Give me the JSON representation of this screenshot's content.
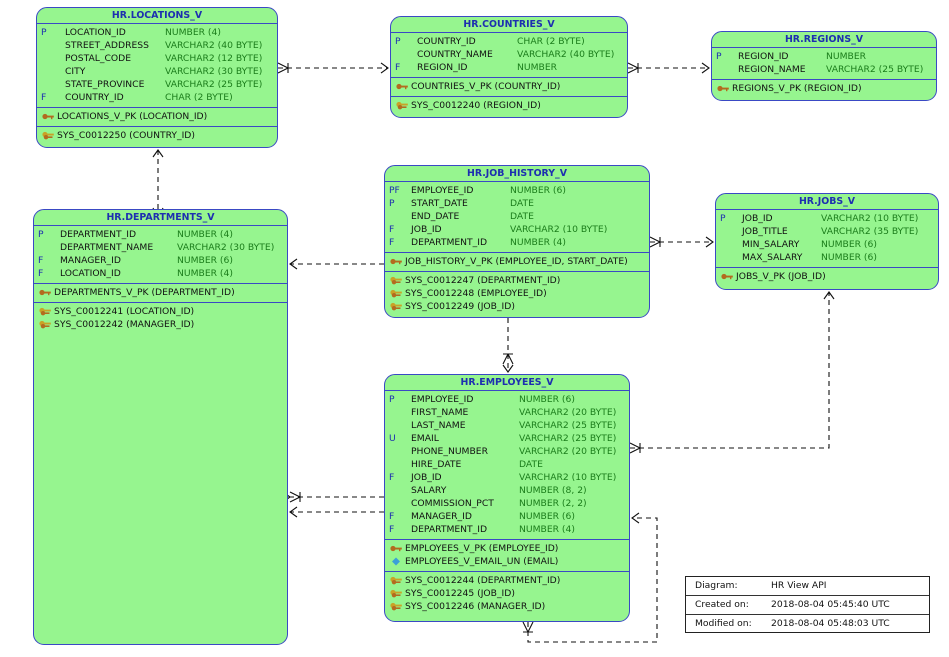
{
  "entities": [
    {
      "id": "locations",
      "title": "HR.LOCATIONS_V",
      "columns": [
        {
          "flag": "P",
          "name": "LOCATION_ID",
          "type": "NUMBER (4)"
        },
        {
          "flag": "",
          "name": "STREET_ADDRESS",
          "type": "VARCHAR2 (40 BYTE)"
        },
        {
          "flag": "",
          "name": "POSTAL_CODE",
          "type": "VARCHAR2 (12 BYTE)"
        },
        {
          "flag": "",
          "name": "CITY",
          "type": "VARCHAR2 (30 BYTE)"
        },
        {
          "flag": "",
          "name": "STATE_PROVINCE",
          "type": "VARCHAR2 (25 BYTE)"
        },
        {
          "flag": "F",
          "name": "COUNTRY_ID",
          "type": "CHAR (2 BYTE)"
        }
      ],
      "pks": [
        "LOCATIONS_V_PK (LOCATION_ID)"
      ],
      "uks": [],
      "fks": [
        "SYS_C0012250 (COUNTRY_ID)"
      ]
    },
    {
      "id": "countries",
      "title": "HR.COUNTRIES_V",
      "columns": [
        {
          "flag": "P",
          "name": "COUNTRY_ID",
          "type": "CHAR (2 BYTE)"
        },
        {
          "flag": "",
          "name": "COUNTRY_NAME",
          "type": "VARCHAR2 (40 BYTE)"
        },
        {
          "flag": "F",
          "name": "REGION_ID",
          "type": "NUMBER"
        }
      ],
      "pks": [
        "COUNTRIES_V_PK (COUNTRY_ID)"
      ],
      "uks": [],
      "fks": [
        "SYS_C0012240 (REGION_ID)"
      ]
    },
    {
      "id": "regions",
      "title": "HR.REGIONS_V",
      "columns": [
        {
          "flag": "P",
          "name": "REGION_ID",
          "type": "NUMBER"
        },
        {
          "flag": "",
          "name": "REGION_NAME",
          "type": "VARCHAR2 (25 BYTE)"
        }
      ],
      "pks": [
        "REGIONS_V_PK (REGION_ID)"
      ],
      "uks": [],
      "fks": []
    },
    {
      "id": "departments",
      "title": "HR.DEPARTMENTS_V",
      "columns": [
        {
          "flag": "P",
          "name": "DEPARTMENT_ID",
          "type": "NUMBER (4)"
        },
        {
          "flag": "",
          "name": "DEPARTMENT_NAME",
          "type": "VARCHAR2 (30 BYTE)"
        },
        {
          "flag": "F",
          "name": "MANAGER_ID",
          "type": "NUMBER (6)"
        },
        {
          "flag": "F",
          "name": "LOCATION_ID",
          "type": "NUMBER (4)"
        }
      ],
      "pks": [
        "DEPARTMENTS_V_PK (DEPARTMENT_ID)"
      ],
      "uks": [],
      "fks": [
        "SYS_C0012241 (LOCATION_ID)",
        "SYS_C0012242 (MANAGER_ID)"
      ]
    },
    {
      "id": "job_history",
      "title": "HR.JOB_HISTORY_V",
      "columns": [
        {
          "flag": "PF",
          "name": "EMPLOYEE_ID",
          "type": "NUMBER (6)"
        },
        {
          "flag": "P",
          "name": "START_DATE",
          "type": "DATE"
        },
        {
          "flag": "",
          "name": "END_DATE",
          "type": "DATE"
        },
        {
          "flag": "F",
          "name": "JOB_ID",
          "type": "VARCHAR2 (10 BYTE)"
        },
        {
          "flag": "F",
          "name": "DEPARTMENT_ID",
          "type": "NUMBER (4)"
        }
      ],
      "pks": [
        "JOB_HISTORY_V_PK (EMPLOYEE_ID, START_DATE)"
      ],
      "uks": [],
      "fks": [
        "SYS_C0012247 (DEPARTMENT_ID)",
        "SYS_C0012248 (EMPLOYEE_ID)",
        "SYS_C0012249 (JOB_ID)"
      ]
    },
    {
      "id": "jobs",
      "title": "HR.JOBS_V",
      "columns": [
        {
          "flag": "P",
          "name": "JOB_ID",
          "type": "VARCHAR2 (10 BYTE)"
        },
        {
          "flag": "",
          "name": "JOB_TITLE",
          "type": "VARCHAR2 (35 BYTE)"
        },
        {
          "flag": "",
          "name": "MIN_SALARY",
          "type": "NUMBER (6)"
        },
        {
          "flag": "",
          "name": "MAX_SALARY",
          "type": "NUMBER (6)"
        }
      ],
      "pks": [
        "JOBS_V_PK (JOB_ID)"
      ],
      "uks": [],
      "fks": []
    },
    {
      "id": "employees",
      "title": "HR.EMPLOYEES_V",
      "columns": [
        {
          "flag": "P",
          "name": "EMPLOYEE_ID",
          "type": "NUMBER (6)"
        },
        {
          "flag": "",
          "name": "FIRST_NAME",
          "type": "VARCHAR2 (20 BYTE)"
        },
        {
          "flag": "",
          "name": "LAST_NAME",
          "type": "VARCHAR2 (25 BYTE)"
        },
        {
          "flag": "U",
          "name": "EMAIL",
          "type": "VARCHAR2 (25 BYTE)"
        },
        {
          "flag": "",
          "name": "PHONE_NUMBER",
          "type": "VARCHAR2 (20 BYTE)"
        },
        {
          "flag": "",
          "name": "HIRE_DATE",
          "type": "DATE"
        },
        {
          "flag": "F",
          "name": "JOB_ID",
          "type": "VARCHAR2 (10 BYTE)"
        },
        {
          "flag": "",
          "name": "SALARY",
          "type": "NUMBER (8, 2)"
        },
        {
          "flag": "",
          "name": "COMMISSION_PCT",
          "type": "NUMBER (2, 2)"
        },
        {
          "flag": "F",
          "name": "MANAGER_ID",
          "type": "NUMBER (6)"
        },
        {
          "flag": "F",
          "name": "DEPARTMENT_ID",
          "type": "NUMBER (4)"
        }
      ],
      "pks": [
        "EMPLOYEES_V_PK (EMPLOYEE_ID)"
      ],
      "uks": [
        "EMPLOYEES_V_EMAIL_UN (EMAIL)"
      ],
      "fks": [
        "SYS_C0012244 (DEPARTMENT_ID)",
        "SYS_C0012245 (JOB_ID)",
        "SYS_C0012246 (MANAGER_ID)"
      ]
    }
  ],
  "legend": {
    "diagram_label": "Diagram:",
    "diagram_value": "HR View API",
    "created_label": "Created on:",
    "created_value": "2018-08-04 05:45:40 UTC",
    "modified_label": "Modified on:",
    "modified_value": "2018-08-04 05:48:03 UTC"
  },
  "colors": {
    "entity_fill": "#96f58f",
    "entity_border": "#3a49c4",
    "title_text": "#1d2fb0",
    "type_text": "#1b7d1b",
    "pk_icon": "#b36b1f",
    "fk_icon": "#c9a227",
    "uk_icon": "#3aa0d8"
  },
  "icons": {
    "pk": "key-icon",
    "fk": "foreign-key-icon",
    "uk": "unique-key-diamond-icon"
  }
}
